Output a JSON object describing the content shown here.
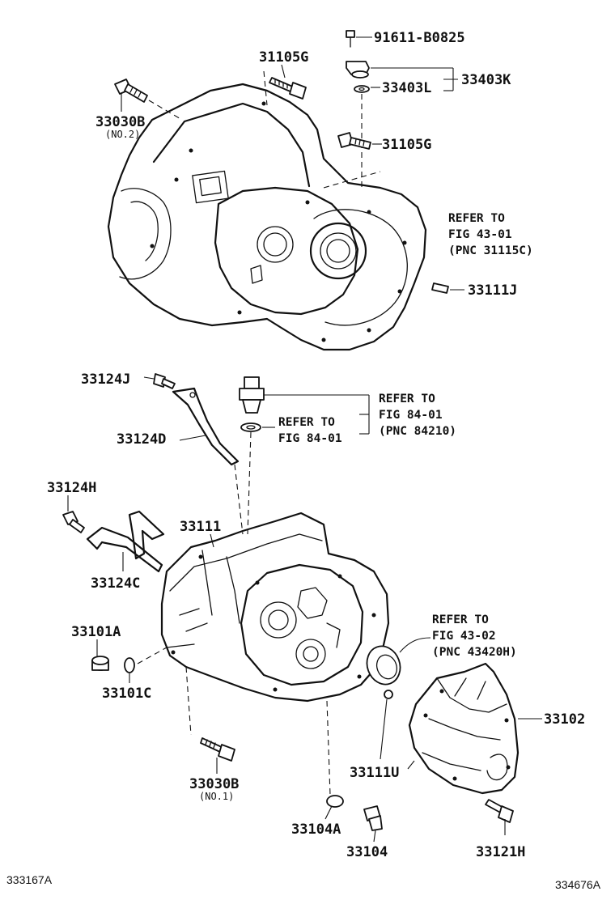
{
  "diagram": {
    "labels": {
      "p91611_b0825": "91611-B0825",
      "p33403k": "33403K",
      "p33403l": "33403L",
      "p31105g_top": "31105G",
      "p31105g_mid": "31105G",
      "p33030b_top": "33030B",
      "p33030b_top_note": "(NO.2)",
      "p33111j": "33111J",
      "p33124j": "33124J",
      "p33124d": "33124D",
      "p33124h": "33124H",
      "p33124c": "33124C",
      "p33111": "33111",
      "p33101a": "33101A",
      "p33101c": "33101C",
      "p33030b_bottom": "33030B",
      "p33030b_bottom_note": "(NO.1)",
      "p33104a": "33104A",
      "p33104": "33104",
      "p33111u": "33111U",
      "p33102": "33102",
      "p33121h": "33121H"
    },
    "references": {
      "fig43_01": [
        "REFER TO",
        "FIG 43-01",
        "(PNC 31115C)"
      ],
      "fig84_01_a": [
        "REFER TO",
        "FIG 84-01",
        "(PNC 84210)"
      ],
      "fig84_01_b": [
        "REFER TO",
        "FIG 84-01"
      ],
      "fig43_02": [
        "REFER TO",
        "FIG 43-02",
        "(PNC 43420H)"
      ]
    },
    "footer": {
      "left_id": "333167A",
      "right_id": "334676A"
    }
  }
}
